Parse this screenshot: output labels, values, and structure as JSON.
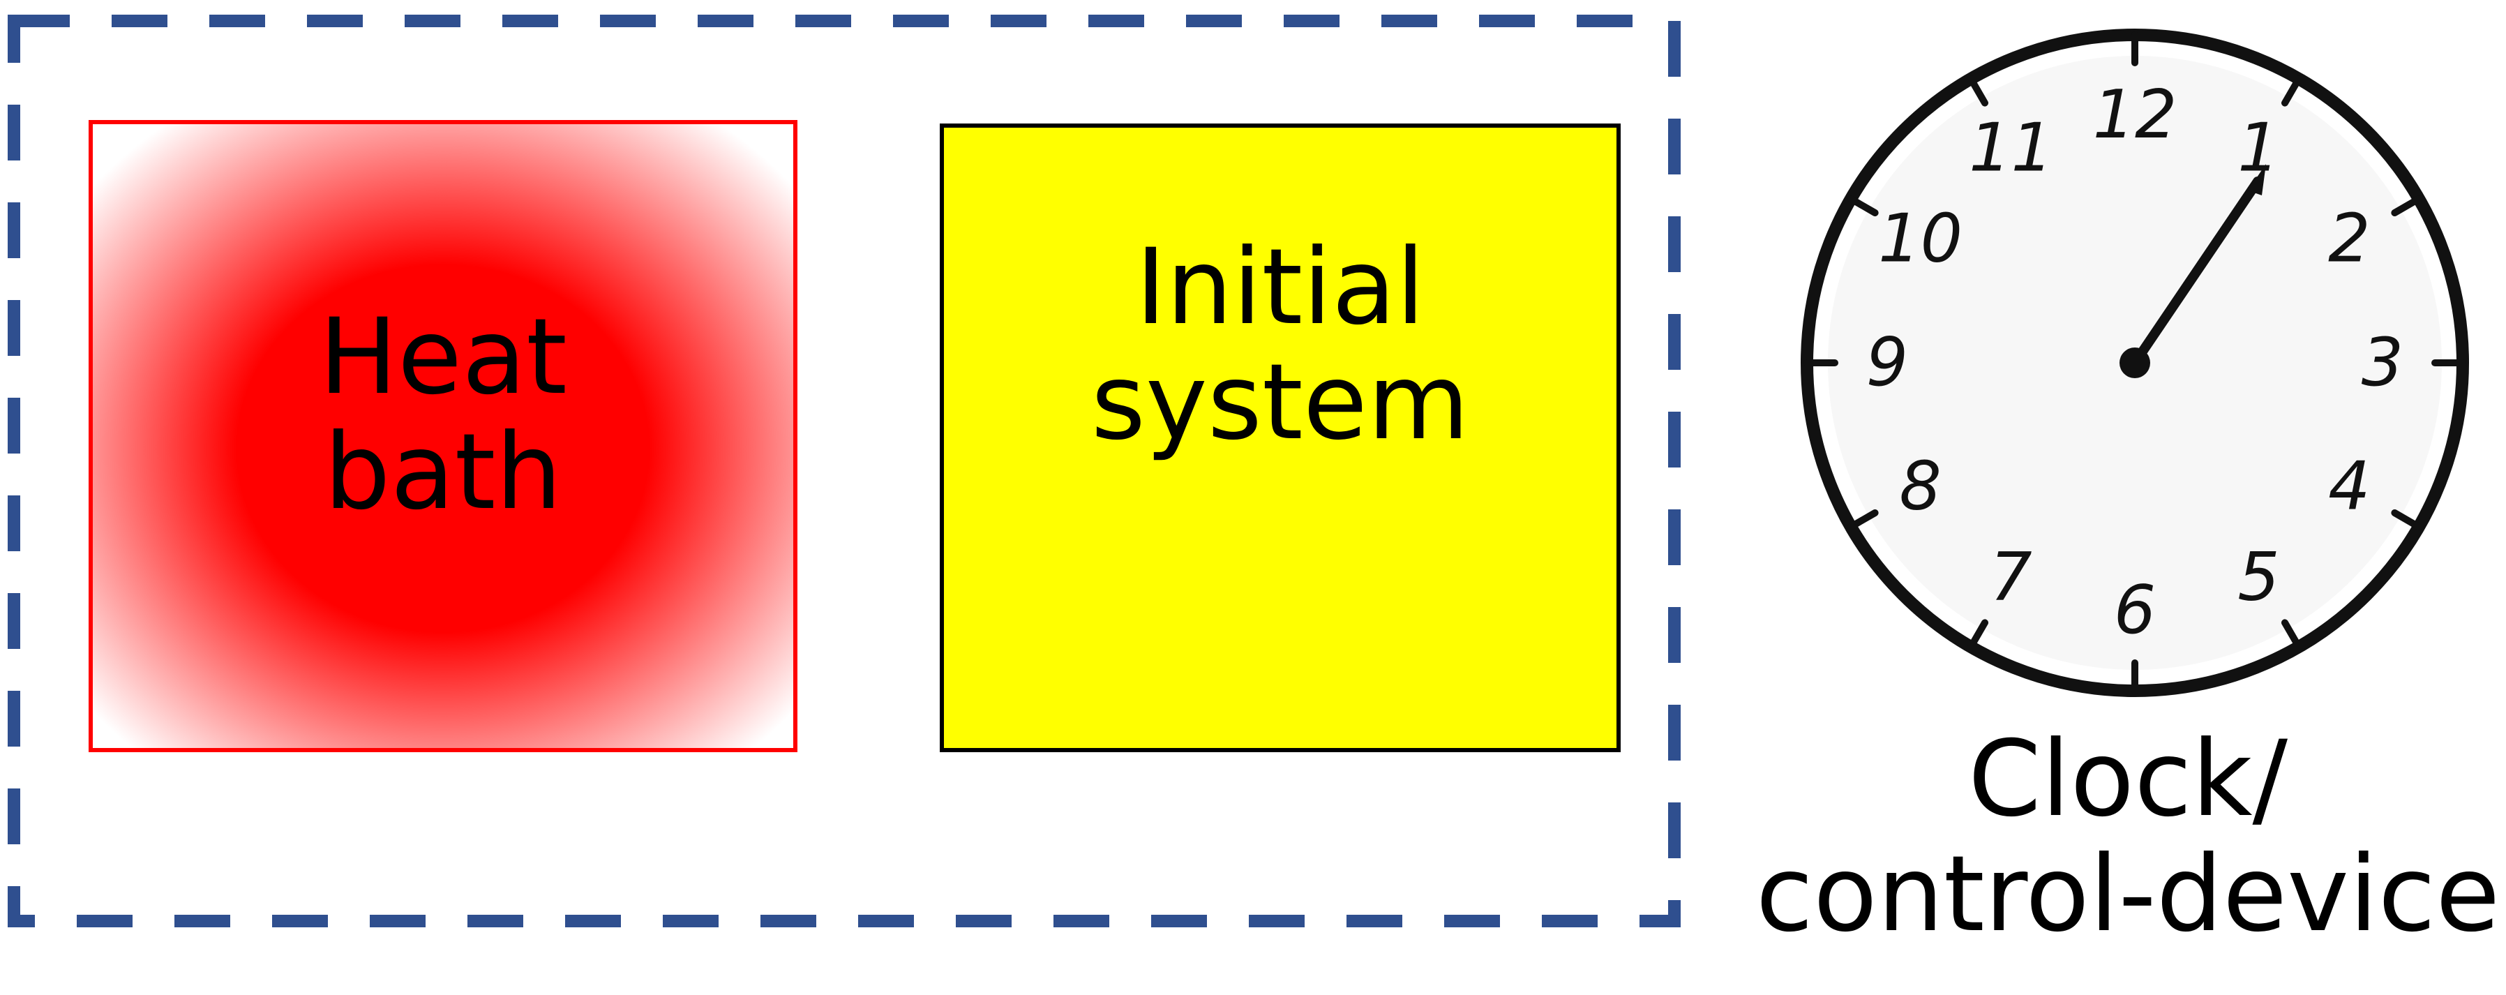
{
  "diagram": {
    "heat_bath": {
      "line1": "Heat",
      "line2": "bath",
      "fill": "#ff0000",
      "border": "#ff0000"
    },
    "initial_system": {
      "line1": "Initial",
      "line2": "system",
      "fill": "#ffff00",
      "border": "#000000"
    },
    "enclosure": {
      "border": "#2f4f8f",
      "style": "dashed"
    },
    "clock": {
      "numerals": [
        "12",
        "1",
        "2",
        "3",
        "4",
        "5",
        "6",
        "7",
        "8",
        "9",
        "10",
        "11"
      ],
      "caption_line1": "Clock/",
      "caption_line2": "control-device",
      "hand": "points toward 1"
    }
  }
}
